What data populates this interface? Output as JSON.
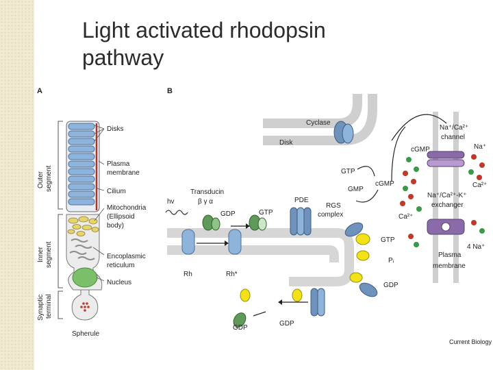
{
  "slide": {
    "title_line1": "Light activated rhodopsin",
    "title_line2": "pathway"
  },
  "panel_a": {
    "label": "A",
    "labels": {
      "disks": "Disks",
      "plasma_membrane_1": "Plasma",
      "plasma_membrane_2": "membrane",
      "cilium": "Cilium",
      "mitochondria_1": "Mitochondria",
      "mitochondria_2": "(Ellipsoid",
      "mitochondria_3": "body)",
      "er_1": "Encoplasmic",
      "er_2": "reticulum",
      "nucleus": "Nucleus",
      "spherule": "Spherule"
    },
    "segments": {
      "outer_1": "Outer",
      "outer_2": "segment",
      "inner_1": "Inner",
      "inner_2": "segment",
      "synaptic_1": "Synaptic",
      "synaptic_2": "terminal"
    }
  },
  "panel_b": {
    "label": "B",
    "labels": {
      "cyclase": "Cyclase",
      "disk": "Disk",
      "hv": "hv",
      "transducin": "Transducin",
      "greek": "β γ α",
      "gdp_1": "GDP",
      "gtp_1": "GTP",
      "pde": "PDE",
      "rgs_1": "RGS",
      "rgs_2": "complex",
      "gtp_2": "GTP",
      "gmp": "GMP",
      "cgmp_1": "cGMP",
      "cgmp_2": "cGMP",
      "gtp_3": "GTP",
      "pi": "Pᵢ",
      "gdp_2": "GDP",
      "gdp_3": "GDP",
      "gdp_4": "GDP",
      "rh": "Rh",
      "rh_star": "Rh*",
      "channel_1": "Na⁺/Ca²⁺",
      "channel_2": "channel",
      "na_1": "Na⁺",
      "ca_1": "Ca²⁺",
      "exch_1": "Na⁺/Ca²⁺-K⁺",
      "exch_2": "exchanger",
      "ca_2": "Ca²⁺",
      "na_2": "4 Na⁺",
      "pm_1": "Plasma",
      "pm_2": "membrane"
    }
  },
  "credit": "Current Biology",
  "colors": {
    "disk_blue": "#8fb4db",
    "membrane_gray": "#cfcfcf",
    "transducin_green": "#5f9a5a",
    "yellow": "#f2e21a",
    "pde_blue": "#6f92bd",
    "channel_purple": "#8a6aa8",
    "ion_red": "#c0392b",
    "ion_green": "#3b9a4a"
  }
}
